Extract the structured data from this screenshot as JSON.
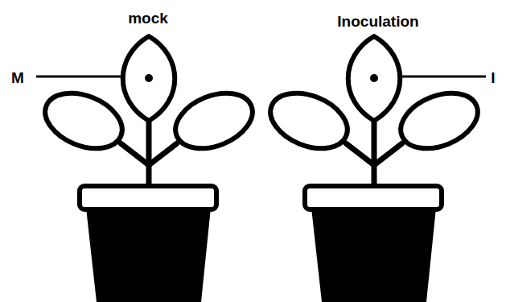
{
  "diagram": {
    "labels": [
      "mock",
      "Inoculation",
      "M",
      "I"
    ]
  }
}
